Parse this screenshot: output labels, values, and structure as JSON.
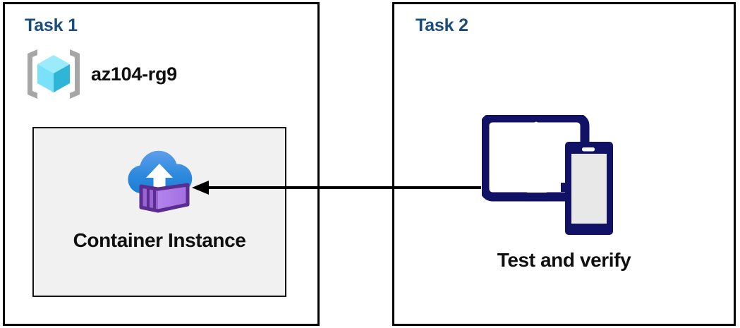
{
  "diagram": {
    "title": "Azure Container Instance task diagram",
    "background": "#ffffff",
    "panels": [
      {
        "id": "task1",
        "title": "Task 1",
        "title_color": "#1a4d7e",
        "border_color": "#000000",
        "resource_group": {
          "icon": "resource-group-icon",
          "label": "az104-rg9",
          "label_color": "#0f0f0f"
        },
        "card": {
          "icon": "container-instance-icon",
          "label": "Container Instance",
          "background": "#f1f1f1",
          "border_color": "#141414"
        }
      },
      {
        "id": "task2",
        "title": "Task 2",
        "title_color": "#1a4d7e",
        "border_color": "#000000",
        "device": {
          "icon": "tablet-and-phone-icon",
          "label": "Test and verify",
          "icon_color": "#111166",
          "label_color": "#0f0f0f"
        }
      }
    ],
    "connector": {
      "name": "arrow-task2-to-task1",
      "direction": "right-to-left",
      "color": "#000000",
      "from": "Test and verify",
      "to": "Container Instance"
    },
    "palette": {
      "title_blue": "#1a4d7e",
      "card_gray": "#f1f1f1",
      "device_navy": "#111166",
      "cube_cyan_light": "#9cebfb",
      "cube_cyan_mid": "#42d3f5",
      "cube_teal_dark": "#27b2cf",
      "bracket_gray": "#a6a6a6",
      "cloud_blue_light": "#5b9bea",
      "cloud_blue_dark": "#1a7fd4",
      "container_purple_light": "#b07ce8",
      "container_purple_mid": "#9a63d4",
      "container_purple_dark": "#5c2d91"
    }
  }
}
